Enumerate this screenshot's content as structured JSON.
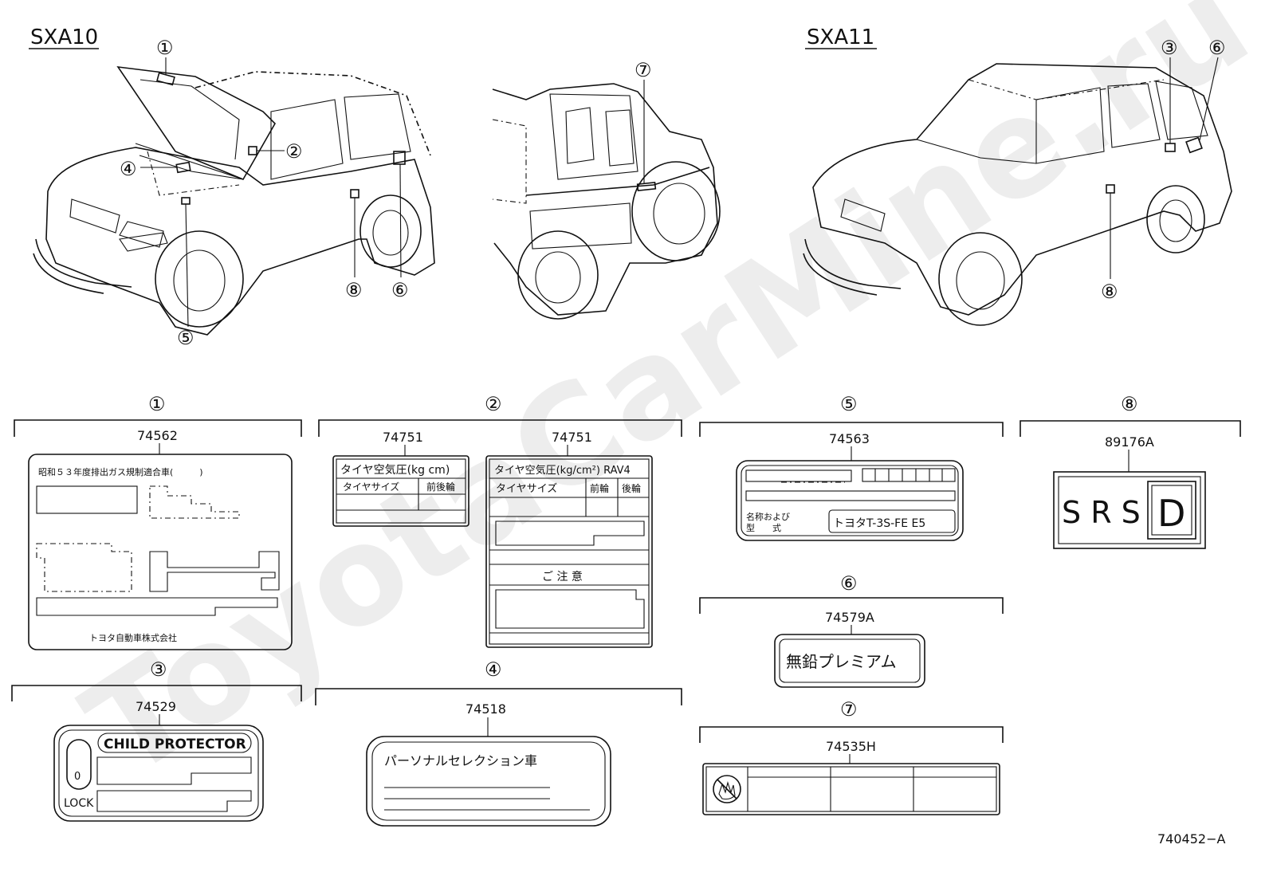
{
  "models": {
    "left": "SXA10",
    "right": "SXA11"
  },
  "callouts": {
    "n1": "①",
    "n2": "②",
    "n3": "③",
    "n4": "④",
    "n5": "⑤",
    "n6": "⑥",
    "n7": "⑦",
    "n8": "⑧"
  },
  "parts": {
    "p1": {
      "number": "74562",
      "header": "昭和５３年度排出ガス規制適合車(　　　)",
      "footer": "トヨタ自動車株式会社"
    },
    "p2a": {
      "number": "74751",
      "title": "タイヤ空気圧(kg cm)",
      "col1": "タイヤサイズ",
      "col2": "前後輪"
    },
    "p2b": {
      "number": "74751",
      "title": "タイヤ空気圧(kg/cm²) RAV4",
      "col1": "タイヤサイズ",
      "col2": "前輪",
      "col3": "後輪",
      "caution": "ご 注 意"
    },
    "p3": {
      "number": "74529",
      "title": "CHILD PROTECTOR",
      "lock": "LOCK",
      "lock_mark": "0"
    },
    "p4": {
      "number": "74518",
      "title": "パーソナルセレクション車"
    },
    "p5": {
      "number": "74563",
      "name_label": "名称および",
      "model_label": "型　　式",
      "engine": "トヨタT-3S-FE E5"
    },
    "p6": {
      "number": "74579A",
      "title": "無鉛プレミアム"
    },
    "p7": {
      "number": "74535H"
    },
    "p8": {
      "number": "89176A",
      "letters": "S R S",
      "mark": "D"
    }
  },
  "figure_id": "740452−A",
  "watermark": "ToyotaCarMine.ru"
}
